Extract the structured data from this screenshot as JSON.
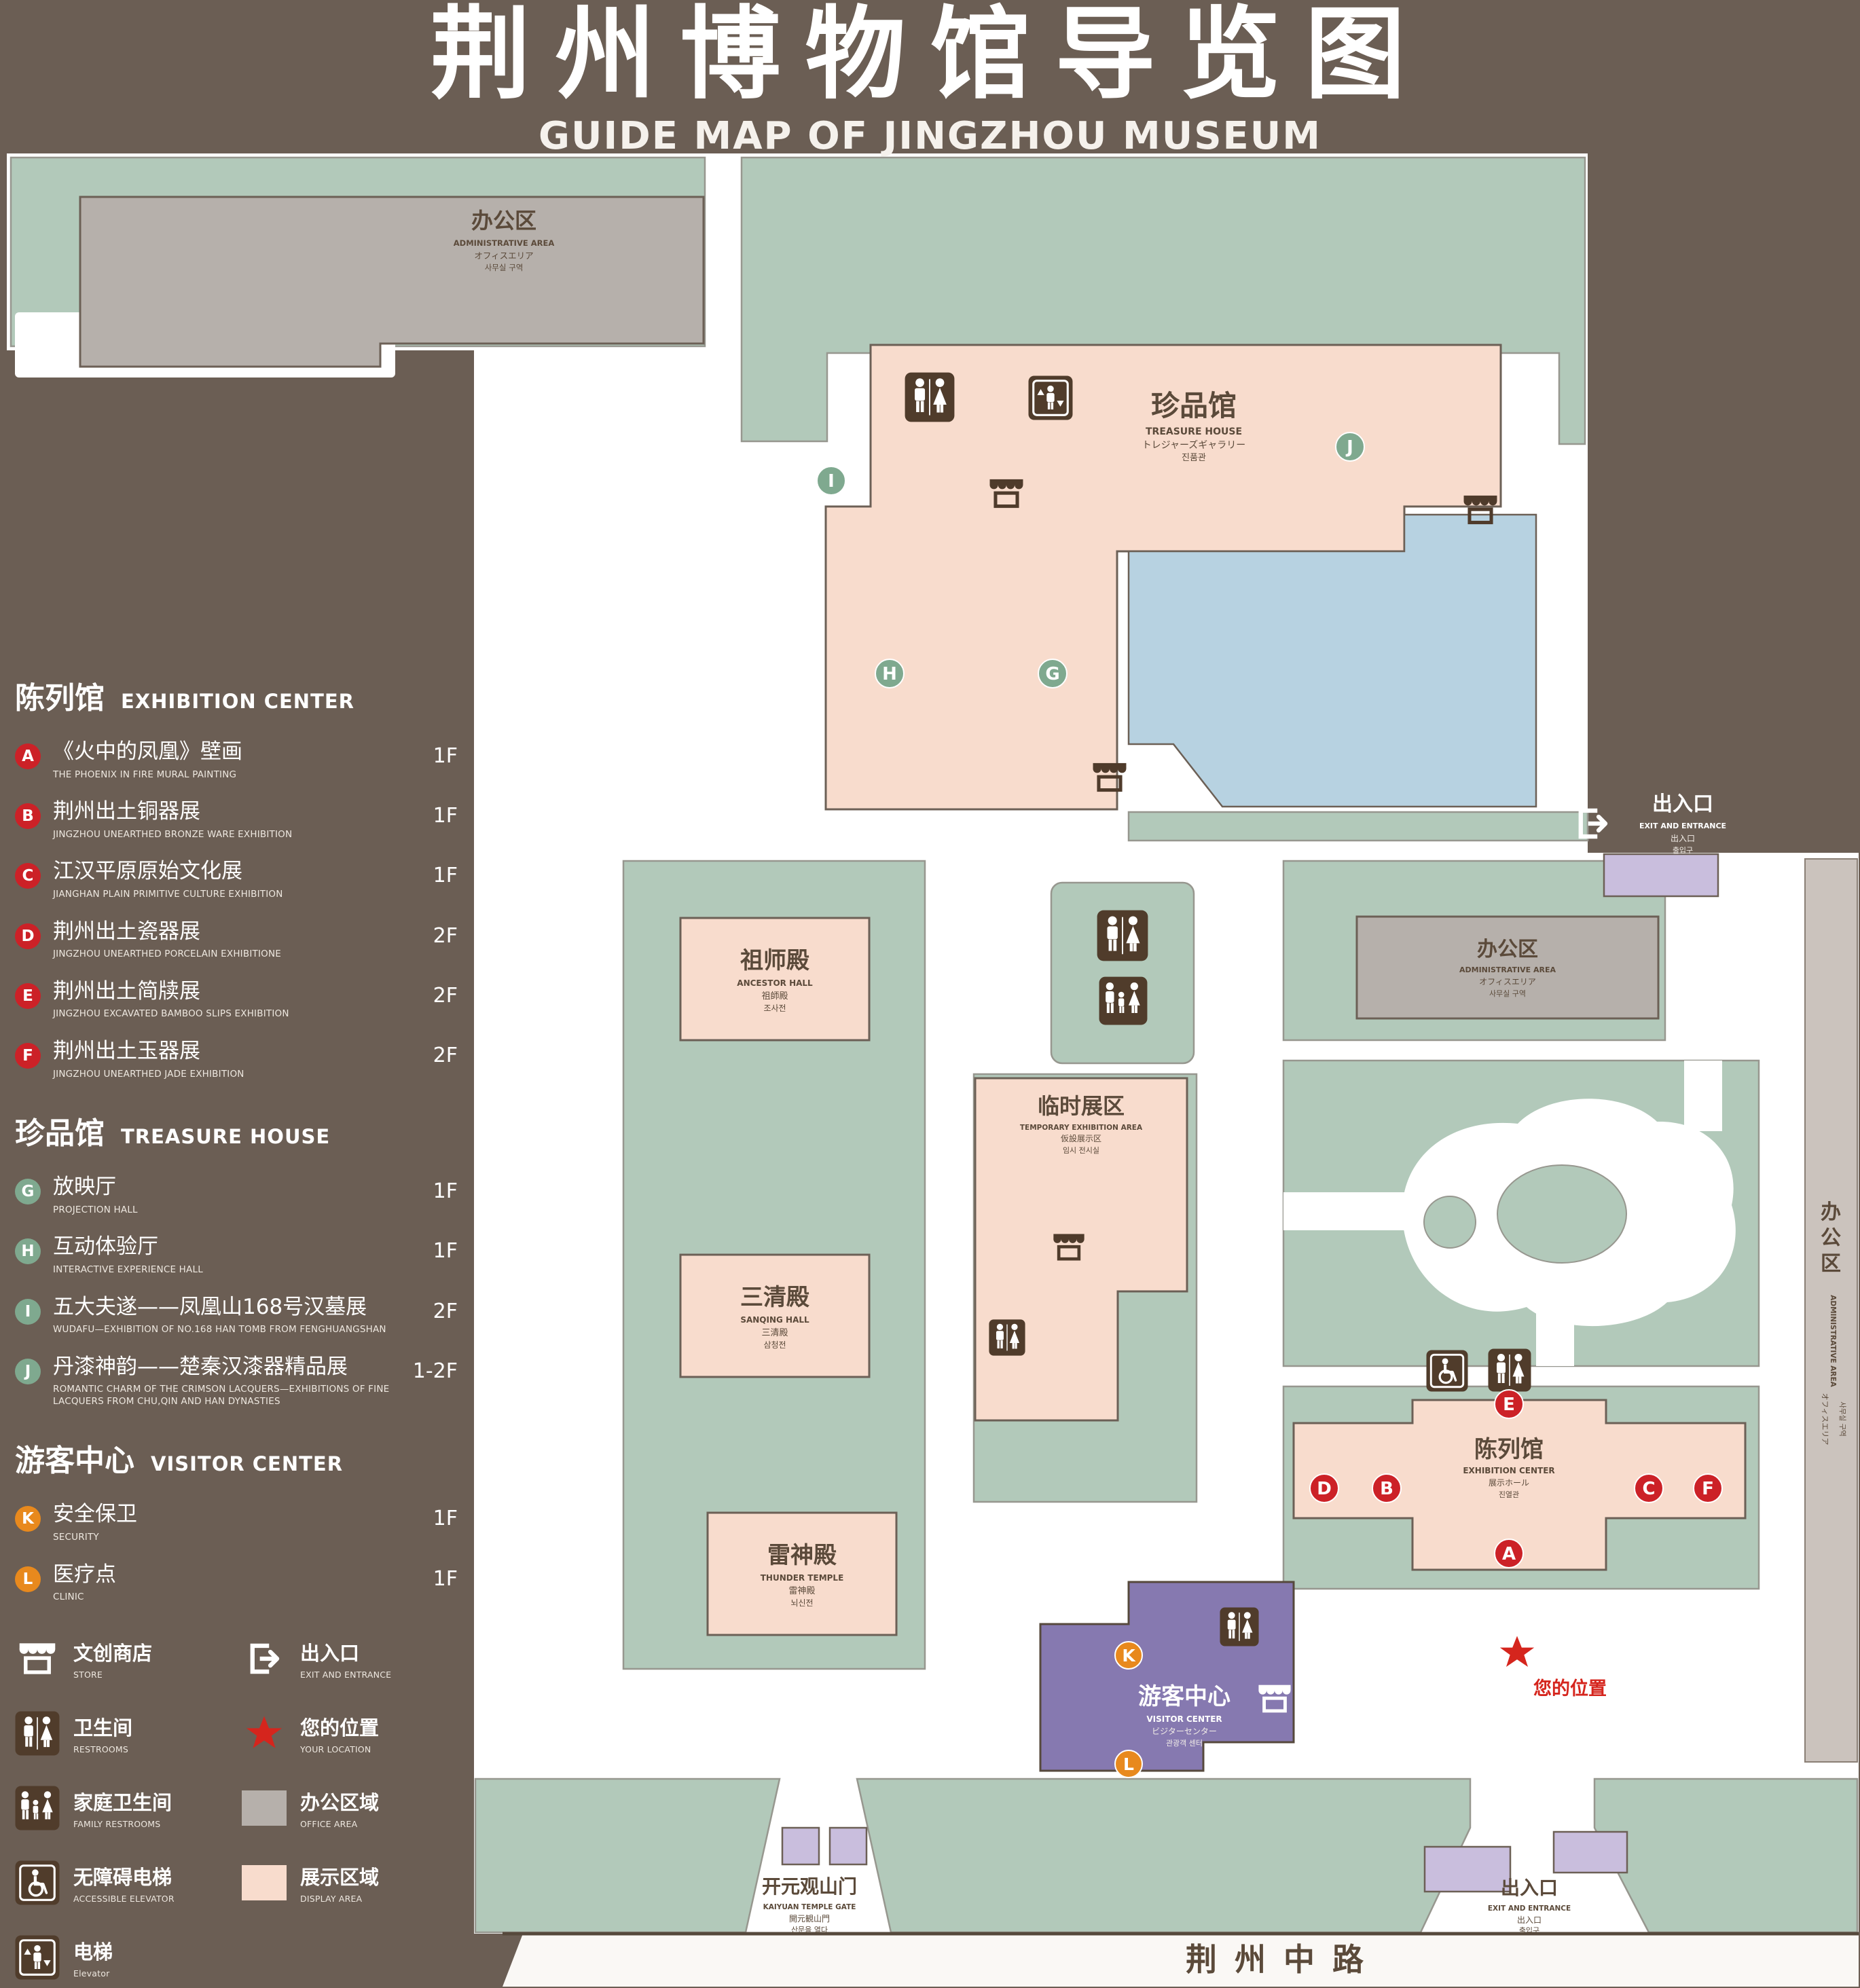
{
  "title": {
    "zh": "荆州博物馆导览图",
    "en": "GUIDE MAP OF JINGZHOU MUSEUM"
  },
  "colors": {
    "background": "#6b5e54",
    "landscape_green": "#b2c9ba",
    "display_area_pink": "#f8dccd",
    "office_area_gray": "#b6b0ab",
    "visitor_center_purple": "#8679b0",
    "pond_blue": "#b7d2e1",
    "badge_red": "#cc2127",
    "badge_green": "#7fa98f",
    "badge_orange": "#e8891d",
    "location_star_red": "#d5251d"
  },
  "legend": {
    "sections": [
      {
        "zh": "陈列馆",
        "en": "EXHIBITION CENTER",
        "items": [
          {
            "letter": "A",
            "zh": "《火中的凤凰》壁画",
            "en": "THE PHOENIX IN FIRE MURAL PAINTING",
            "floor": "1F"
          },
          {
            "letter": "B",
            "zh": "荆州出土铜器展",
            "en": "JINGZHOU UNEARTHED BRONZE WARE EXHIBITION",
            "floor": "1F"
          },
          {
            "letter": "C",
            "zh": "江汉平原原始文化展",
            "en": "JIANGHAN PLAIN PRIMITIVE CULTURE EXHIBITION",
            "floor": "1F"
          },
          {
            "letter": "D",
            "zh": "荆州出土瓷器展",
            "en": "JINGZHOU UNEARTHED PORCELAIN EXHIBITIONE",
            "floor": "2F"
          },
          {
            "letter": "E",
            "zh": "荆州出土简牍展",
            "en": "JINGZHOU EXCAVATED BAMBOO SLIPS EXHIBITION",
            "floor": "2F"
          },
          {
            "letter": "F",
            "zh": "荆州出土玉器展",
            "en": "JINGZHOU UNEARTHED JADE EXHIBITION",
            "floor": "2F"
          }
        ]
      },
      {
        "zh": "珍品馆",
        "en": "TREASURE HOUSE",
        "items": [
          {
            "letter": "G",
            "zh": "放映厅",
            "en": "PROJECTION HALL",
            "floor": "1F"
          },
          {
            "letter": "H",
            "zh": "互动体验厅",
            "en": "INTERACTIVE EXPERIENCE HALL",
            "floor": "1F"
          },
          {
            "letter": "I",
            "zh": "五大夫遂——凤凰山168号汉墓展",
            "en": "WUDAFU—EXHIBITION OF NO.168 HAN TOMB FROM FENGHUANGSHAN",
            "floor": "2F"
          },
          {
            "letter": "J",
            "zh": "丹漆神韵——楚秦汉漆器精品展",
            "en": "ROMANTIC CHARM OF THE CRIMSON LACQUERS—EXHIBITIONS OF FINE LACQUERS FROM CHU,QIN AND HAN DYNASTIES",
            "floor": "1-2F"
          }
        ]
      },
      {
        "zh": "游客中心",
        "en": "VISITOR CENTER",
        "items": [
          {
            "letter": "K",
            "zh": "安全保卫",
            "en": "SECURITY",
            "floor": "1F"
          },
          {
            "letter": "L",
            "zh": "医疗点",
            "en": "CLINIC",
            "floor": "1F"
          }
        ]
      }
    ],
    "symbols": [
      {
        "icon": "store-icon",
        "zh": "文创商店",
        "en": "STORE"
      },
      {
        "icon": "exit-icon",
        "zh": "出入口",
        "en": "EXIT AND ENTRANCE"
      },
      {
        "icon": "restrooms-icon",
        "zh": "卫生间",
        "en": "RESTROOMS"
      },
      {
        "icon": "location-star-icon",
        "zh": "您的位置",
        "en": "YOUR LOCATION"
      },
      {
        "icon": "family-restrooms-icon",
        "zh": "家庭卫生间",
        "en": "FAMILY RESTROOMS"
      },
      {
        "icon": "office-area-swatch",
        "zh": "办公区域",
        "en": "OFFICE AREA"
      },
      {
        "icon": "accessible-elevator-icon",
        "zh": "无障碍电梯",
        "en": "ACCESSIBLE ELEVATOR"
      },
      {
        "icon": "display-area-swatch",
        "zh": "展示区域",
        "en": "DISPLAY AREA"
      },
      {
        "icon": "elevator-icon",
        "zh": "电梯",
        "en": "Elevator"
      }
    ]
  },
  "map": {
    "admin_top": {
      "zh": "办公区",
      "en": "ADMINISTRATIVE AREA",
      "jp": "オフィスエリア",
      "kr": "사무실 구역"
    },
    "treasure_house": {
      "zh": "珍品馆",
      "en": "TREASURE HOUSE",
      "jp": "トレジャーズギャラリー",
      "kr": "진품관"
    },
    "exit": {
      "zh": "出入口",
      "en": "EXIT AND ENTRANCE",
      "jp": "出入口",
      "kr": "출입구"
    },
    "ancestor_hall": {
      "zh": "祖师殿",
      "en": "ANCESTOR HALL",
      "jp": "祖師殿",
      "kr": "조사전"
    },
    "temporary_exhibition": {
      "zh": "临时展区",
      "en": "TEMPORARY EXHIBITION AREA",
      "jp": "仮設展示区",
      "kr": "임시 전시실"
    },
    "sanqing_hall": {
      "zh": "三清殿",
      "en": "SANQING HALL",
      "jp": "三清殿",
      "kr": "삼청전"
    },
    "thunder_temple": {
      "zh": "雷神殿",
      "en": "THUNDER TEMPLE",
      "jp": "雷神殿",
      "kr": "뇌신전"
    },
    "office_mid": {
      "zh": "办公区",
      "en": "ADMINISTRATIVE AREA",
      "jp": "オフィスエリア",
      "kr": "사무실 구역"
    },
    "admin_right": {
      "chars": [
        "办",
        "公",
        "区"
      ],
      "en": "ADMINISTRATIVE AREA",
      "jp": "オフィスエリア",
      "kr": "사무실 구역"
    },
    "exhibition_center": {
      "zh": "陈列馆",
      "en": "EXHIBITION CENTER",
      "jp": "展示ホール",
      "kr": "진열관"
    },
    "visitor_center": {
      "zh": "游客中心",
      "en": "VISITOR CENTER",
      "jp": "ビジターセンター",
      "kr": "관광객 센터"
    },
    "your_location": {
      "zh": "您的位置"
    },
    "gate": {
      "zh": "开元观山门",
      "en": "KAIYUAN TEMPLE GATE",
      "jp": "開元観山門",
      "kr": "산문을 열다"
    },
    "road": {
      "name": "荆州中路"
    },
    "badges": {
      "A": "A",
      "B": "B",
      "C": "C",
      "D": "D",
      "E": "E",
      "F": "F",
      "G": "G",
      "H": "H",
      "I": "I",
      "J": "J",
      "K": "K",
      "L": "L"
    }
  }
}
